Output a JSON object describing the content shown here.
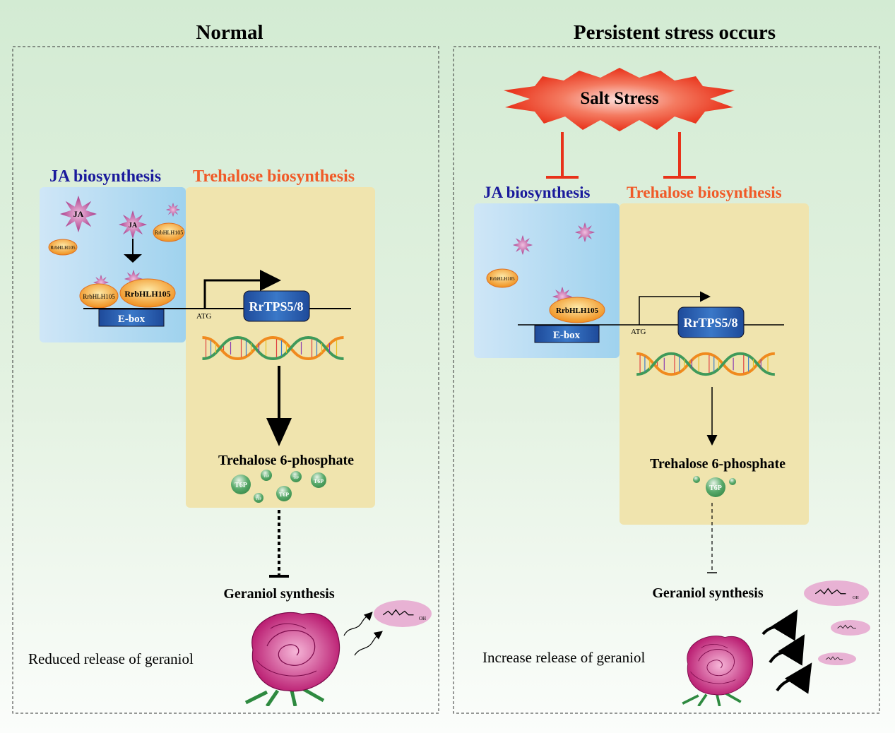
{
  "panels": {
    "left": {
      "title": "Normal",
      "ja_label": "JA biosynthesis",
      "trehalose_label": "Trehalose biosynthesis",
      "ja": "JA",
      "protein": "RrbHLH105",
      "ebox": "E-box",
      "atg": "ATG",
      "gene": "RrTPS5/8",
      "product": "Trehalose 6-phosphate",
      "t6p": "T6P",
      "target": "Geraniol synthesis",
      "outcome": "Reduced release of geraniol",
      "molecule_oh": "OH"
    },
    "right": {
      "title": "Persistent stress occurs",
      "stress": "Salt  Stress",
      "ja_label": "JA biosynthesis",
      "trehalose_label": "Trehalose biosynthesis",
      "protein": "RrbHLH105",
      "ebox": "E-box",
      "atg": "ATG",
      "gene": "RrTPS5/8",
      "product": "Trehalose 6-phosphate",
      "t6p": "T6P",
      "target": "Geraniol synthesis",
      "outcome": "Increase release of geraniol",
      "molecule_oh": "OH"
    }
  },
  "colors": {
    "ja_label": "#1a1a9c",
    "trehalose_label": "#f05a28",
    "stress": "#e8321a",
    "ja_star": "#b0408f",
    "protein": "#f0921e",
    "gene_box": "#2a5aa8",
    "t6p": "#5aab6c",
    "blue_zone": "#b8dcf2",
    "yellow_zone": "#f0e4ae",
    "rose": "#c8267e"
  }
}
